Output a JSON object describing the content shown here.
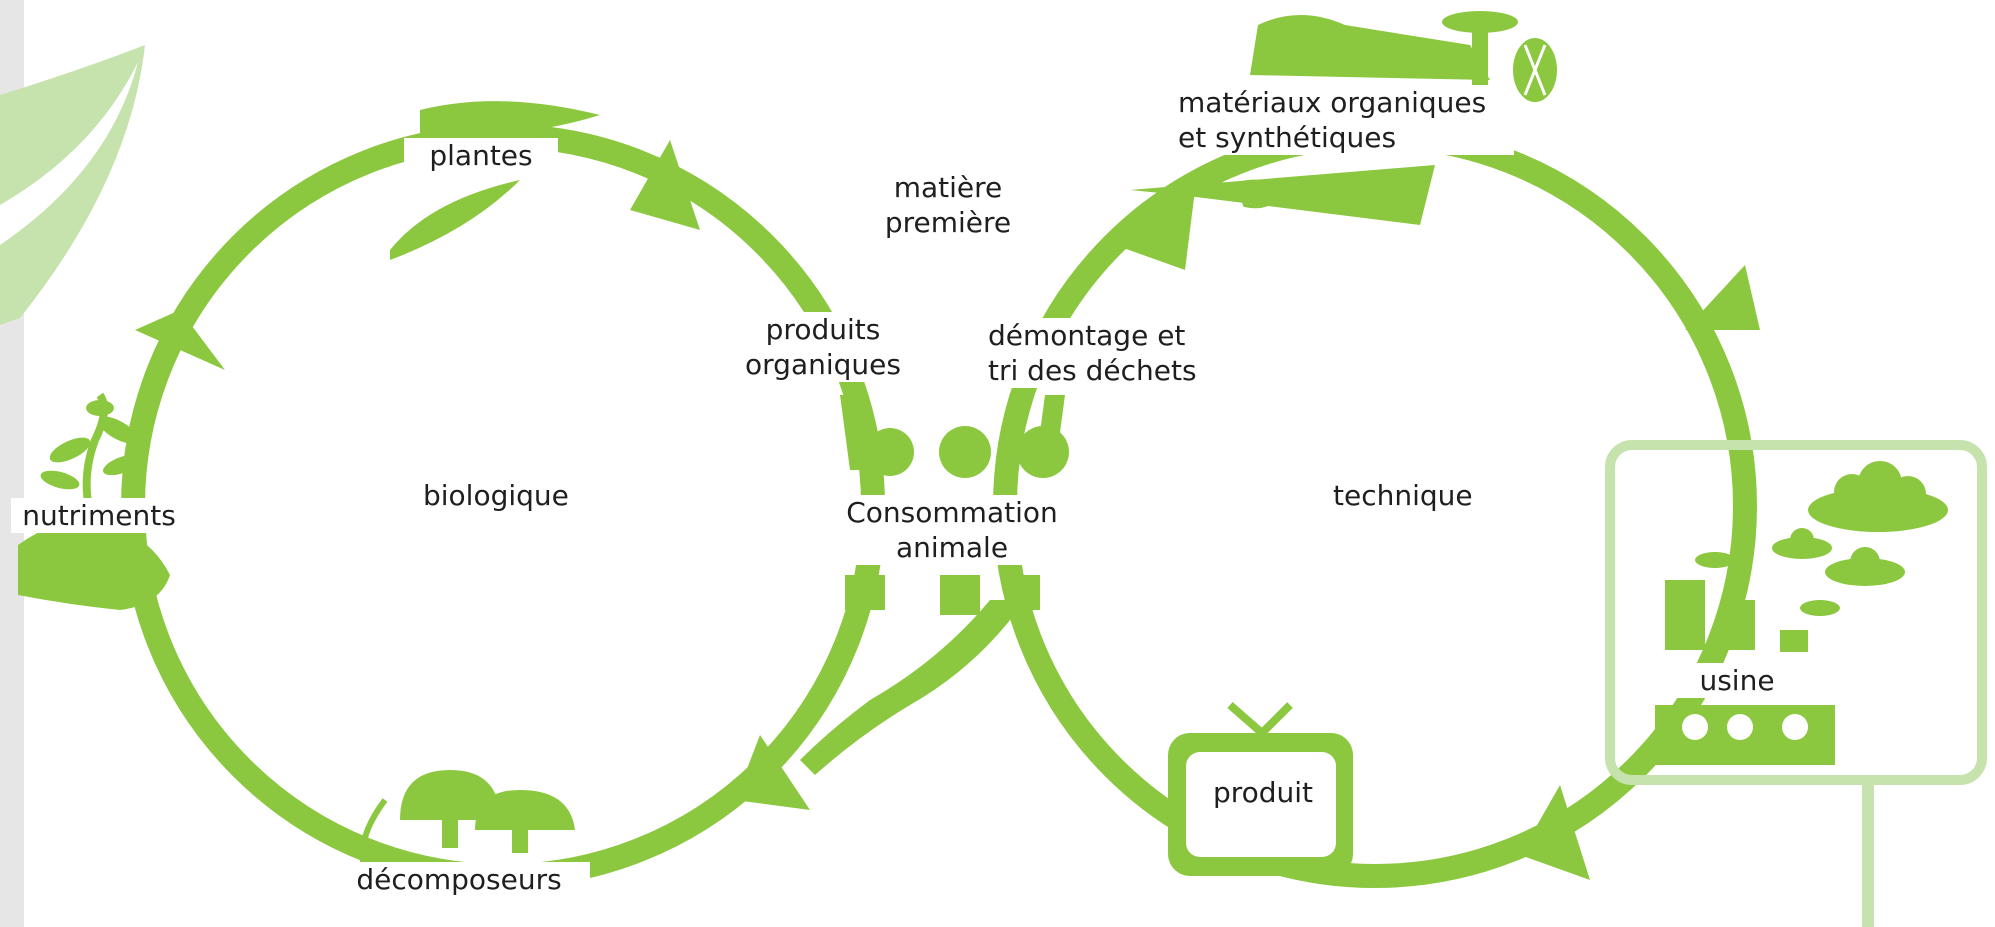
{
  "colors": {
    "primary_green": "#8cc83f",
    "light_green": "#c6e3ad",
    "mid_green": "#b3da8f",
    "text": "#1f1f1f",
    "background": "#ffffff",
    "edge_shadow": "#e6e6e6"
  },
  "cycles": {
    "biological": "biologique",
    "technical": "technique"
  },
  "labels": {
    "plants": "plantes",
    "raw_material": "matière\npremière",
    "organic_synthetic": "matériaux organiques\net synthétiques",
    "organic_products": "produits\norganiques",
    "dismantling": "démontage et\ntri des déchets",
    "animal_consumption": "Consommation\nanimale",
    "nutrients": "nutriments",
    "decomposers": "décomposeurs",
    "product": "produit",
    "factory": "usine"
  },
  "icons": [
    "leaf-icon",
    "sprout-icon",
    "mushroom-icon",
    "animal-icon",
    "tv-icon",
    "factory-icon",
    "cloud-icon",
    "spool-icon",
    "screw-icon",
    "ribbon-icon"
  ]
}
